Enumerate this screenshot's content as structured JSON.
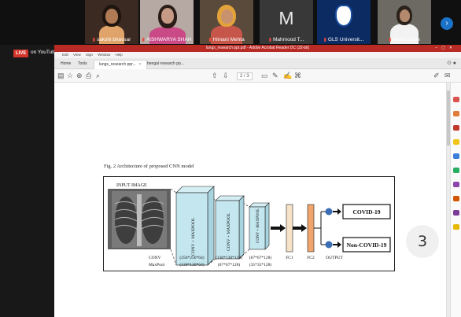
{
  "meeting": {
    "participants": [
      {
        "name": "sakshi bhavsar"
      },
      {
        "name": "AISHWARYA SHAH"
      },
      {
        "name": "Himani Mehta"
      },
      {
        "name": "Mahmood T...",
        "initial": "M"
      },
      {
        "name": "GLS Universit..."
      },
      {
        "name": "Mehul Dave"
      }
    ],
    "live_badge": "LIVE",
    "stream_label": "on YouTube"
  },
  "reader": {
    "window_title": "lungs_research ppr.pdf - Adobe Acrobat Reader DC (32-bit)",
    "menu": [
      "Edit",
      "View",
      "Sign",
      "Window",
      "Help"
    ],
    "tabs": [
      {
        "label": "Home"
      },
      {
        "label": "Tools"
      },
      {
        "label": "lungs_research ppr...",
        "close": "×"
      },
      {
        "label": "bengal research pp..."
      }
    ],
    "page_current": "2",
    "page_total": "/ 3",
    "page_badge": "3"
  },
  "figure": {
    "caption": "Fig. 2 Architecture of proposed CNN model",
    "input_label": "INPUT IMAGE",
    "block_labels": [
      "CONV + MAXPOOL",
      "CONV + MAXPOOL",
      "CONV + MAXPOOL"
    ],
    "fc1": "FC1",
    "fc2": "FC2",
    "output": "OUTPUT",
    "row_conv": "CONV",
    "row_maxpool": "MaxPool",
    "conv_sizes": [
      "(256*256*64)",
      "(130*130*128)",
      "(67*67*128)"
    ],
    "pool_sizes": [
      "(130*130*64)",
      "(67*67*128)",
      "(35*35*128)"
    ],
    "classes": [
      "COVID-19",
      "Non-COVID-19"
    ]
  }
}
